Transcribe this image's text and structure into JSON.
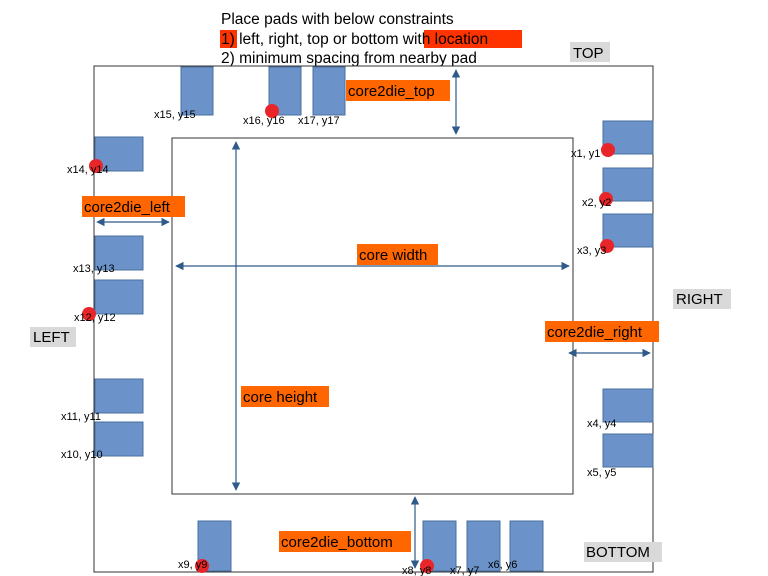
{
  "instructions": {
    "line1": "Place pads with below constraints",
    "line2_highlight1": "1)",
    "line2_mid": " left, right, top or bottom ",
    "line2_highlight2": "with location",
    "line3": "2) minimum spacing from nearby pad"
  },
  "sides": {
    "top": "TOP",
    "right": "RIGHT",
    "left": "LEFT",
    "bottom": "BOTTOM"
  },
  "dimensions": {
    "core2die_top": "core2die_top",
    "core2die_left": "core2die_left",
    "core2die_right": "core2die_right",
    "core2die_bottom": "core2die_bottom",
    "core_width": "core width",
    "core_height": "core height"
  },
  "pads": {
    "p1": "x1, y1",
    "p2": "x2, y2",
    "p3": "x3, y3",
    "p4": "x4, y4",
    "p5": "x5, y5",
    "p6": "x6, y6",
    "p7": "x7, y7",
    "p8": "x8, y8",
    "p9": "x9, y9",
    "p10": "x10, y10",
    "p11": "x11, y11",
    "p12": "x12, y12",
    "p13": "x13, y13",
    "p14": "x14, y14",
    "p15": "x15, y15",
    "p16": "x16, y16",
    "p17": "x17, y17"
  },
  "colors": {
    "pad_fill": "#6b93c9",
    "pad_stroke": "#4a6f9f",
    "marker": "#e8262a",
    "label_highlight": "#ff6600",
    "instruction_highlight": "#ff3300",
    "side_label_bg": "#d9d9d9",
    "arrow": "#2f5a8a"
  }
}
